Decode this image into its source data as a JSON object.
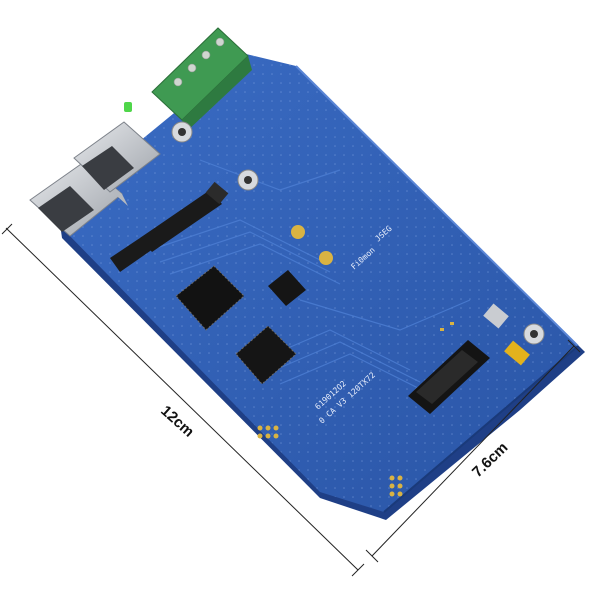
{
  "dimensions": {
    "length_label": "12cm",
    "width_label": "7.6cm"
  },
  "board": {
    "silkscreen_text": [
      "619012O2",
      "0 CA V3 120TX72",
      "JSEG",
      "Fi0mon"
    ],
    "colors": {
      "pcb": "#2f5fb5",
      "pcb_edge": "#1f3f86",
      "connector_green": "#3f9a52",
      "rj45_metal": "#c9ccd1",
      "chip_black": "#121212",
      "gold_pad": "#d9b343",
      "capacitor_yellow": "#e3b21c"
    }
  }
}
